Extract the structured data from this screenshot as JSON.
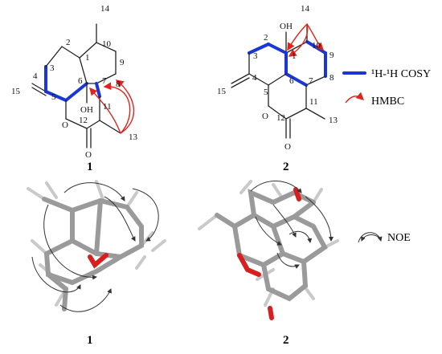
{
  "compound_labels": [
    "1",
    "2"
  ],
  "atoms_1": [
    "14",
    "10",
    "1",
    "2",
    "9",
    "3",
    "8",
    "4",
    "6",
    "7",
    "15",
    "5",
    "OH",
    "11",
    "O",
    "12",
    "13",
    "O"
  ],
  "atoms_2": [
    "14",
    "OH",
    "10",
    "2",
    "1",
    "3",
    "9",
    "4",
    "6",
    "7",
    "8",
    "15",
    "5",
    "O",
    "12",
    "11",
    "13",
    "O"
  ],
  "legend": {
    "cosy_label": "¹H-¹H COSY",
    "hmbc_label": "HMBC",
    "noe_label": "NOE"
  },
  "colors": {
    "cosy": "#1a37d6",
    "hmbc": "#e0231b",
    "oxygen": "#d81e1e",
    "carbon": "#9a9a9a",
    "hydrogen": "#c9c9c9"
  }
}
